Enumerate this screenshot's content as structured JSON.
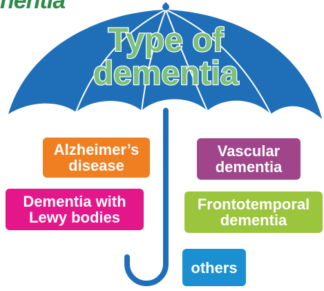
{
  "header": {
    "partial_title": "nentia"
  },
  "umbrella": {
    "title_line1": "Type of",
    "title_line2": "dementia",
    "canopy_color": "#1f6fb8",
    "title_fill": "#7cc07a"
  },
  "types": [
    {
      "line1": "Alzheimer’s",
      "line2": "disease",
      "color": "#f07f22"
    },
    {
      "line1": "Vascular",
      "line2": "dementia",
      "color": "#a0458a"
    },
    {
      "line1": "Dementia with",
      "line2": "Lewy bodies",
      "color": "#e4178a"
    },
    {
      "line1": "Frontotemporal",
      "line2": "dementia",
      "color": "#9bc53d"
    },
    {
      "line1": "others",
      "line2": "",
      "color": "#1b8fd0"
    }
  ]
}
